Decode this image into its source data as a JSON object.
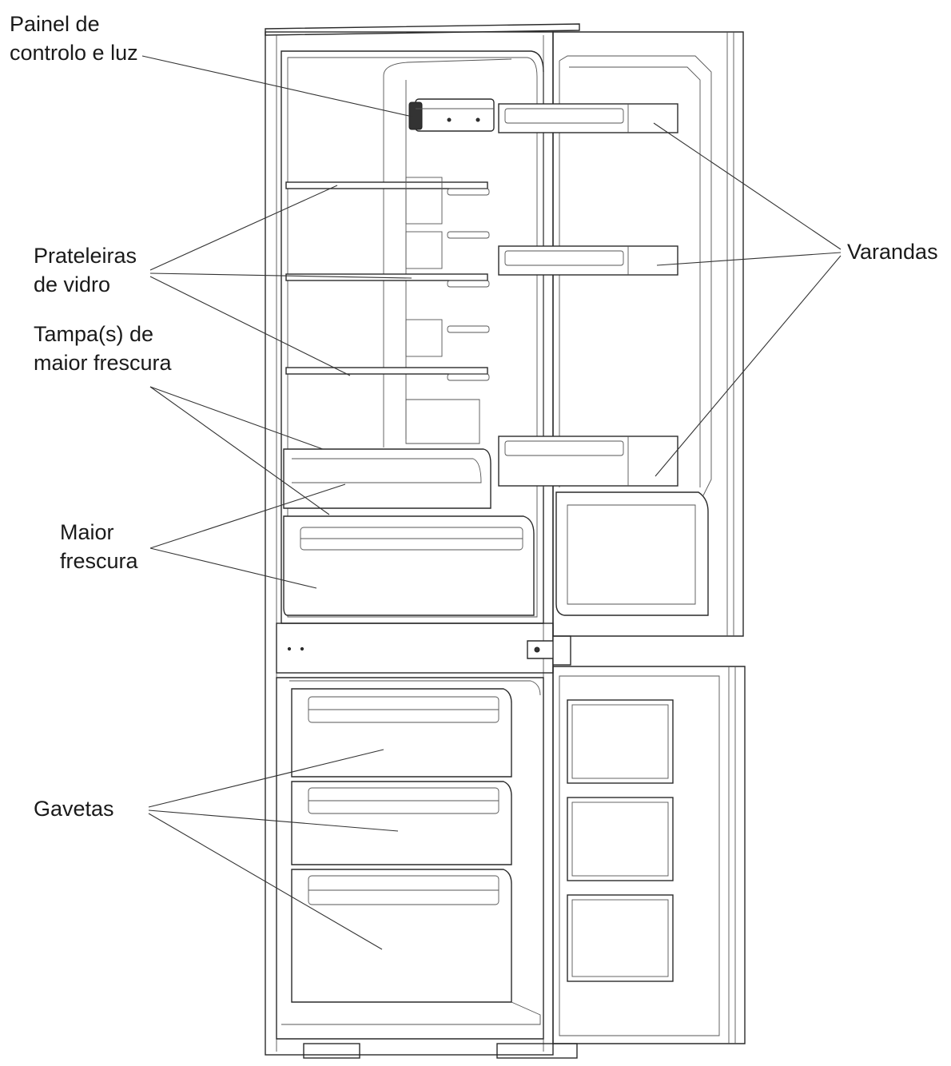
{
  "diagram": {
    "labels": {
      "control_panel": {
        "line1": "Painel de",
        "line2": "controlo e luz"
      },
      "glass_shelves": {
        "line1": "Prateleiras",
        "line2": "de vidro"
      },
      "crisper_covers": {
        "line1": "Tampa(s) de",
        "line2": "maior frescura"
      },
      "crisper": {
        "line1": "Maior",
        "line2": "frescura"
      },
      "drawers": {
        "line1": "Gavetas"
      },
      "door_balconies": {
        "line1": "Varandas"
      }
    },
    "colors": {
      "line": "#2a2a2a",
      "text": "#1a1a1a",
      "background": "#ffffff"
    }
  }
}
